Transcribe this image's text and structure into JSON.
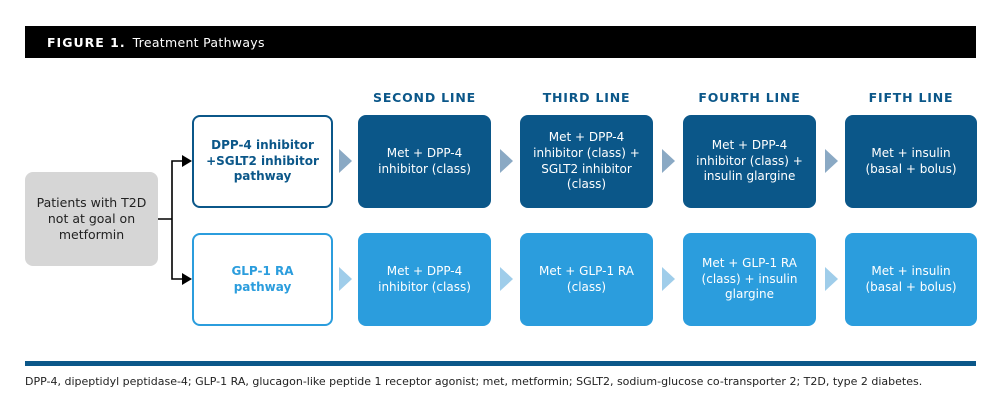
{
  "figure": {
    "label": "FIGURE 1.",
    "title": "Treatment Pathways"
  },
  "columns": [
    "SECOND LINE",
    "THIRD LINE",
    "FOURTH LINE",
    "FIFTH LINE"
  ],
  "start": "Patients with T2D not at goal on metformin",
  "pathways": [
    {
      "name": "DPP-4 inhibitor +SGLT2 inhibitor pathway",
      "steps": [
        "Met + DPP-4 inhibitor (class)",
        "Met + DPP-4 inhibitor (class) + SGLT2 inhibitor (class)",
        "Met + DPP-4 inhibitor (class) + insulin glargine",
        "Met + insulin (basal + bolus)"
      ]
    },
    {
      "name": "GLP-1 RA pathway",
      "steps": [
        "Met + DPP-4 inhibitor (class)",
        "Met + GLP-1 RA (class)",
        "Met + GLP-1 RA (class) + insulin glargine",
        "Met + insulin (basal + bolus)"
      ]
    }
  ],
  "footnote": "DPP-4, dipeptidyl peptidase-4; GLP-1 RA, glucagon-like peptide 1 receptor agonist; met, metformin; SGLT2, sodium-glucose co-transporter 2; T2D, type 2 diabetes.",
  "colors": {
    "dark_blue": "#0b5789",
    "light_blue": "#2b9ddd",
    "start_gray": "#d6d6d6"
  }
}
